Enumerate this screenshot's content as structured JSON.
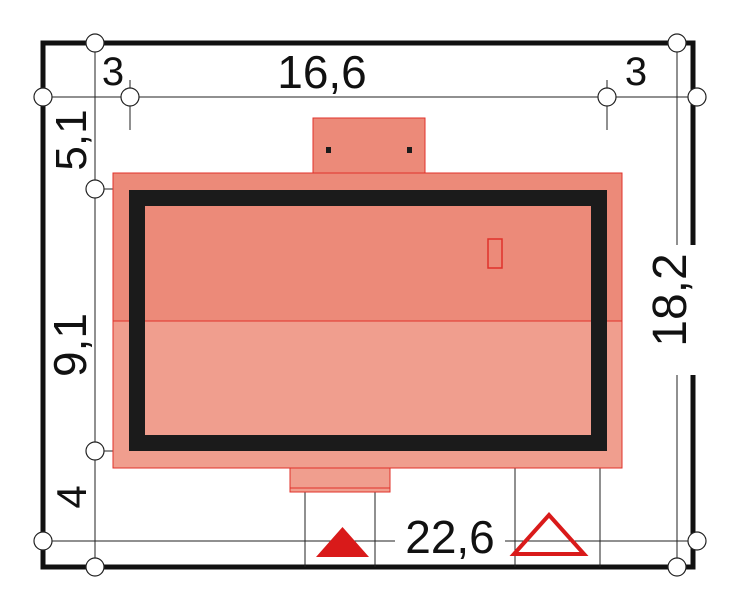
{
  "dimensions": {
    "top_left_setback": "3",
    "top_width": "16,6",
    "top_right_setback": "3",
    "left_top": "5,1",
    "left_middle": "9,1",
    "left_bottom": "4",
    "right_height": "18,2",
    "bottom_width": "22,6"
  },
  "colors": {
    "roof_upper": "#ec8a79",
    "roof_lower": "#f09e8e",
    "roof_outline": "#e0312a",
    "wall": "#1b1b1b",
    "north_arrow": "#d91a1a"
  },
  "icons": {
    "entrance": "filled-triangle-icon",
    "garage_entrance": "outlined-triangle-icon"
  }
}
